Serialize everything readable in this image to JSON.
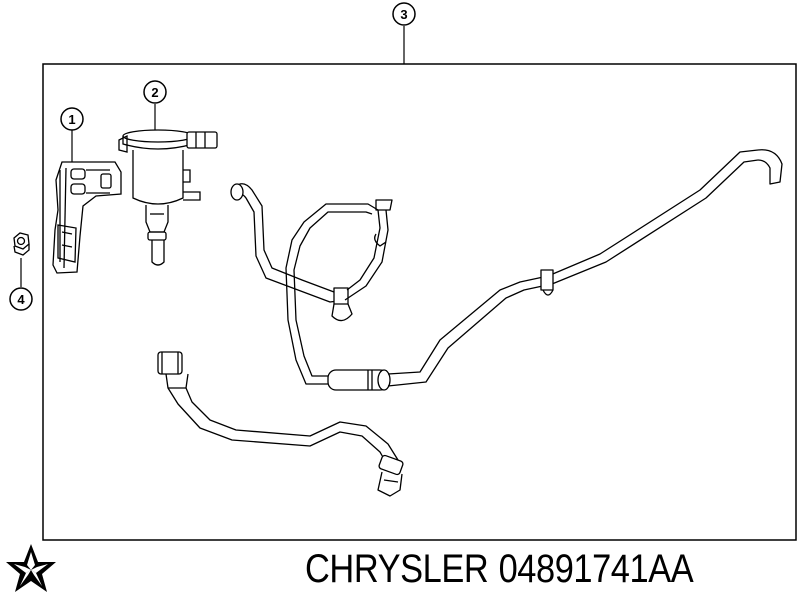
{
  "footer": {
    "brand": "CHRYSLER",
    "part_number": "04891741AA"
  },
  "callouts": {
    "c1": "1",
    "c2": "2",
    "c3": "3",
    "c4": "4"
  },
  "logo_icon": "chrysler-pentastar-icon",
  "colors": {
    "line": "#000000",
    "background": "#ffffff"
  }
}
